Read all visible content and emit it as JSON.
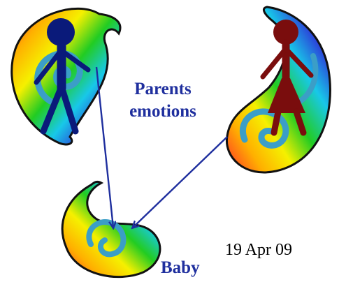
{
  "labels": {
    "parents_line1": "Parents",
    "parents_line2": "emotions",
    "baby": "Baby",
    "date": "19 Apr 09"
  },
  "colors": {
    "label_blue": "#1f2f9e",
    "father": "#0a1a7a",
    "mother": "#7a0d0d",
    "arrow": "#1f2f9e",
    "spiral": "#3b9ec7"
  },
  "figures": [
    {
      "role": "father",
      "icon": "male-stick-figure-icon"
    },
    {
      "role": "mother",
      "icon": "female-stick-figure-icon"
    }
  ],
  "arrows": [
    {
      "from": "father",
      "to": "baby"
    },
    {
      "from": "mother",
      "to": "baby"
    }
  ]
}
